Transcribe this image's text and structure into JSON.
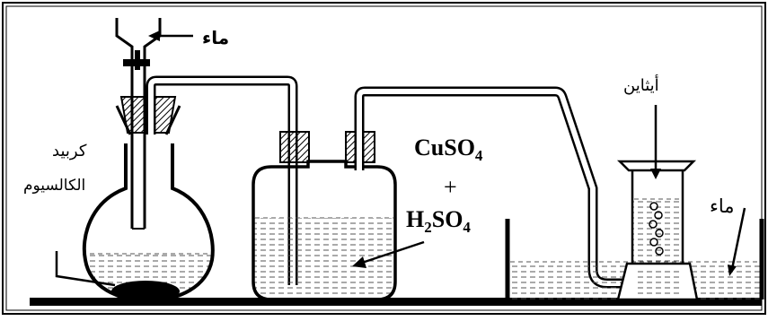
{
  "labels": {
    "water_top": "ماء",
    "carbide_line1": "كربيد",
    "carbide_line2": "الكالسيوم",
    "ethyne": "أيثاين",
    "water_right": "ماء"
  },
  "chemicals": {
    "cuso4_main": "CuSO",
    "cuso4_sub": "4",
    "plus": "+",
    "h2so4_h": "H",
    "h2so4_sub1": "2",
    "h2so4_so": "SO",
    "h2so4_sub2": "4"
  },
  "colors": {
    "ink": "#000000",
    "paper": "#ffffff",
    "liquid_dash": "#555555",
    "stopper_hatch": "#000000"
  }
}
